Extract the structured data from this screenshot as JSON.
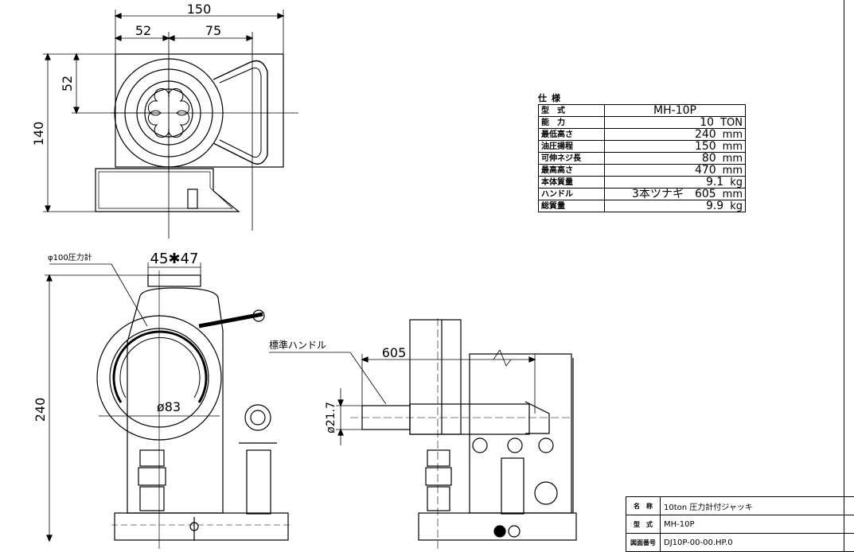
{
  "dimensions": {
    "top_width": "150",
    "top_left": "52",
    "top_right": "75",
    "left_vertical": "52",
    "total_height_top": "140",
    "gauge_note": "φ100圧力計",
    "top_nut": "45✱47",
    "front_height": "240",
    "gauge_dia": "ø83",
    "handle_label": "標準ハンドル",
    "handle_length": "605",
    "handle_dia": "ø21.7"
  },
  "spec_table": {
    "caption": "仕様",
    "rows": [
      {
        "key": "型　式",
        "value": "MH-10P",
        "unit": ""
      },
      {
        "key": "能　力",
        "value": "10",
        "unit": "TON"
      },
      {
        "key": "最低高さ",
        "value": "240",
        "unit": "mm"
      },
      {
        "key": "油圧揚程",
        "value": "150",
        "unit": "mm"
      },
      {
        "key": "可伸ネジ長",
        "value": "80",
        "unit": "mm"
      },
      {
        "key": "最高高さ",
        "value": "470",
        "unit": "mm"
      },
      {
        "key": "本体質量",
        "value": "9.1",
        "unit": "kg"
      },
      {
        "key": "ハンドル",
        "value": "3本ツナギ　605",
        "unit": "mm"
      },
      {
        "key": "総質量",
        "value": "9.9",
        "unit": "kg"
      }
    ]
  },
  "title_block": {
    "rows": [
      {
        "key": "名　称",
        "value": "10ton 圧力計付ジャッキ"
      },
      {
        "key": "型　式",
        "value": "MH-10P"
      },
      {
        "key": "図面番号",
        "value": "DJ10P-00-00.HP.0"
      }
    ]
  }
}
